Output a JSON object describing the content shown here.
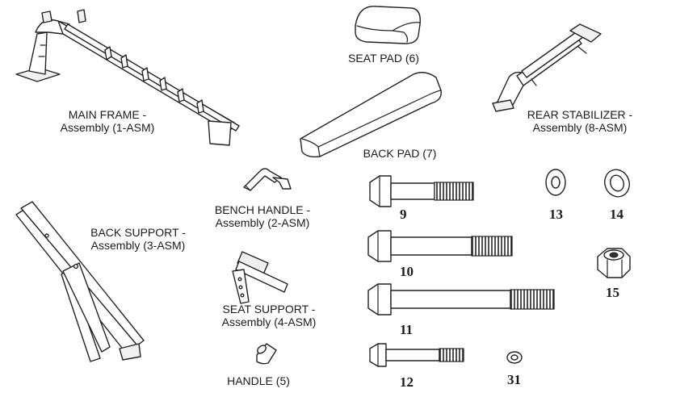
{
  "parts": [
    {
      "id": "main-frame",
      "label_line1": "MAIN FRAME -",
      "label_line2": "Assembly (1-ASM)"
    },
    {
      "id": "seat-pad",
      "label": "SEAT PAD (6)"
    },
    {
      "id": "back-pad",
      "label": "BACK PAD (7)"
    },
    {
      "id": "rear-stabilizer",
      "label_line1": "REAR STABILIZER -",
      "label_line2": "Assembly (8-ASM)"
    },
    {
      "id": "back-support",
      "label_line1": "BACK SUPPORT -",
      "label_line2": "Assembly (3-ASM)"
    },
    {
      "id": "bench-handle",
      "label_line1": "BENCH HANDLE -",
      "label_line2": "Assembly (2-ASM)"
    },
    {
      "id": "seat-support",
      "label_line1": "SEAT SUPPORT -",
      "label_line2": "Assembly (4-ASM)"
    },
    {
      "id": "handle",
      "label": "HANDLE (5)"
    }
  ],
  "hardware": [
    {
      "id": "bolt-9",
      "number": "9"
    },
    {
      "id": "bolt-10",
      "number": "10"
    },
    {
      "id": "bolt-11",
      "number": "11"
    },
    {
      "id": "bolt-12",
      "number": "12"
    },
    {
      "id": "washer-13",
      "number": "13"
    },
    {
      "id": "washer-14",
      "number": "14"
    },
    {
      "id": "nut-15",
      "number": "15"
    },
    {
      "id": "washer-31",
      "number": "31"
    }
  ]
}
